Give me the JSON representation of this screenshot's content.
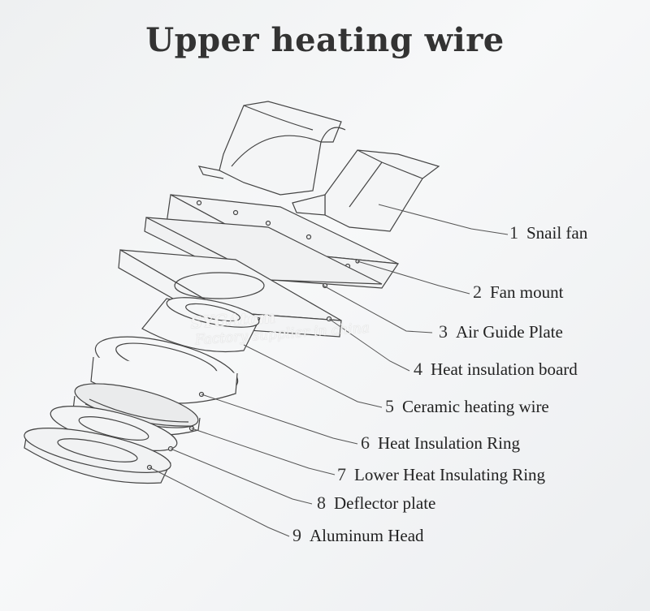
{
  "title": "Upper heating wire",
  "watermark": {
    "brand": "SYGAtom",
    "tagline": "Factory supplier in china"
  },
  "parts": [
    {
      "num": "1",
      "name": "Snail fan"
    },
    {
      "num": "2",
      "name": "Fan mount"
    },
    {
      "num": "3",
      "name": "Air Guide Plate"
    },
    {
      "num": "4",
      "name": "Heat insulation board"
    },
    {
      "num": "5",
      "name": "Ceramic heating wire"
    },
    {
      "num": "6",
      "name": "Heat Insulation Ring"
    },
    {
      "num": "7",
      "name": "Lower Heat Insulating Ring"
    },
    {
      "num": "8",
      "name": "Deflector plate"
    },
    {
      "num": "9",
      "name": "Aluminum Head"
    }
  ]
}
